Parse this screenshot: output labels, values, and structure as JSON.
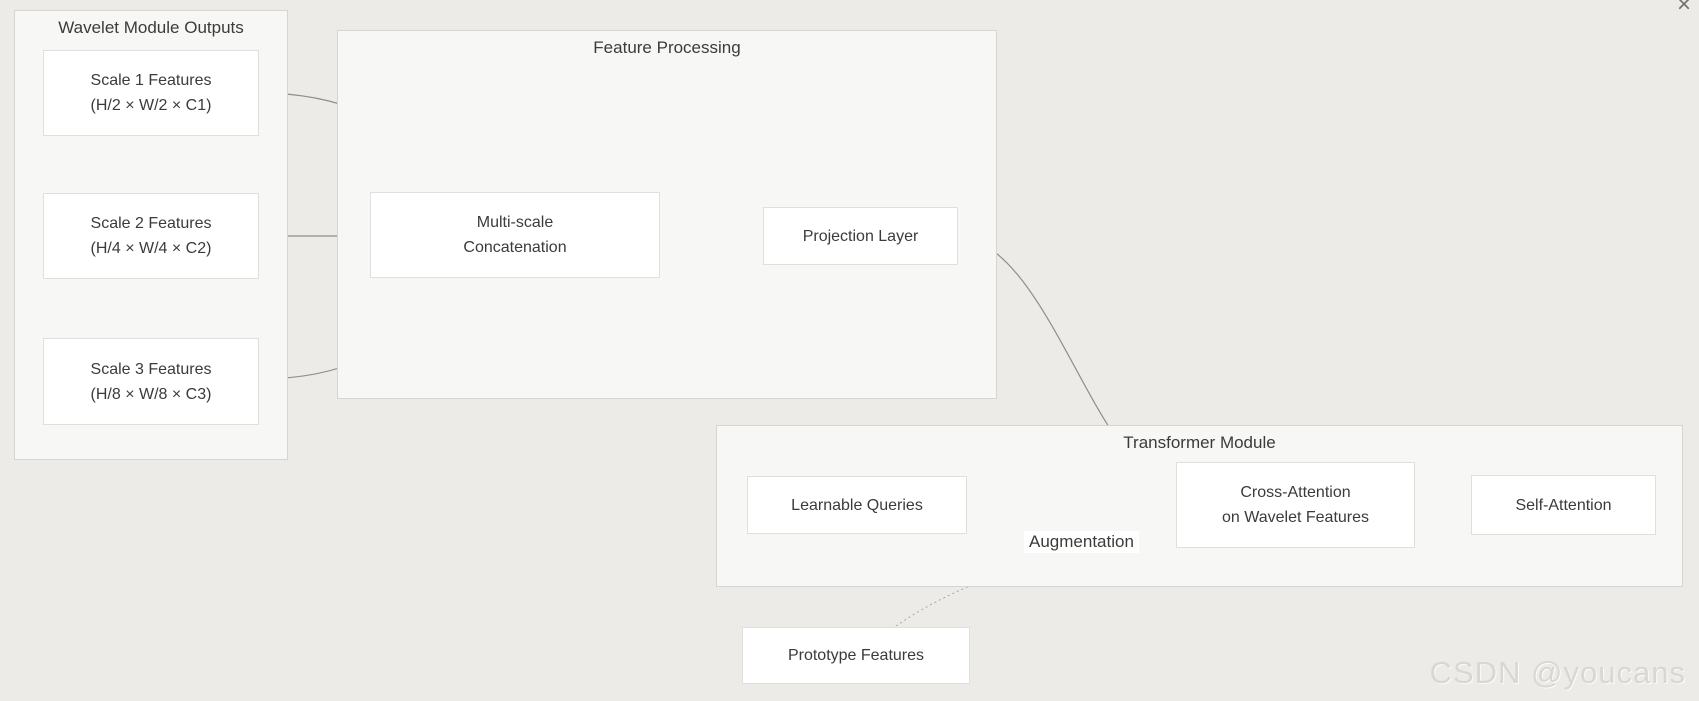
{
  "diagram": {
    "containers": {
      "wavelet": {
        "title": "Wavelet Module Outputs"
      },
      "feature": {
        "title": "Feature Processing"
      },
      "transformer": {
        "title": "Transformer Module"
      }
    },
    "nodes": {
      "scale1": {
        "line1": "Scale 1 Features",
        "line2": "(H/2 × W/2 × C1)"
      },
      "scale2": {
        "line1": "Scale 2 Features",
        "line2": "(H/4 × W/4 × C2)"
      },
      "scale3": {
        "line1": "Scale 3 Features",
        "line2": "(H/8 × W/8 × C3)"
      },
      "multiscale": {
        "line1": "Multi-scale",
        "line2": "Concatenation"
      },
      "projection": {
        "label": "Projection Layer"
      },
      "learnable": {
        "label": "Learnable Queries"
      },
      "cross": {
        "line1": "Cross-Attention",
        "line2": "on Wavelet Features"
      },
      "selfattn": {
        "label": "Self-Attention"
      },
      "prototype": {
        "label": "Prototype Features"
      }
    },
    "edge_labels": {
      "augmentation": "Augmentation"
    }
  },
  "window": {
    "close_icon": "×"
  },
  "watermark": {
    "text": "CSDN @youcans"
  },
  "colors": {
    "page_background": "#edebe8",
    "container_fill": "#f7f7f5",
    "container_border": "#d7d5d2",
    "node_fill": "#ffffff",
    "node_border": "#e1dfdc",
    "text": "#3c3b39",
    "arrow": "#8f8e8b",
    "dotted_arrow": "#a9a7a4",
    "watermark": "#d9d7d4"
  }
}
